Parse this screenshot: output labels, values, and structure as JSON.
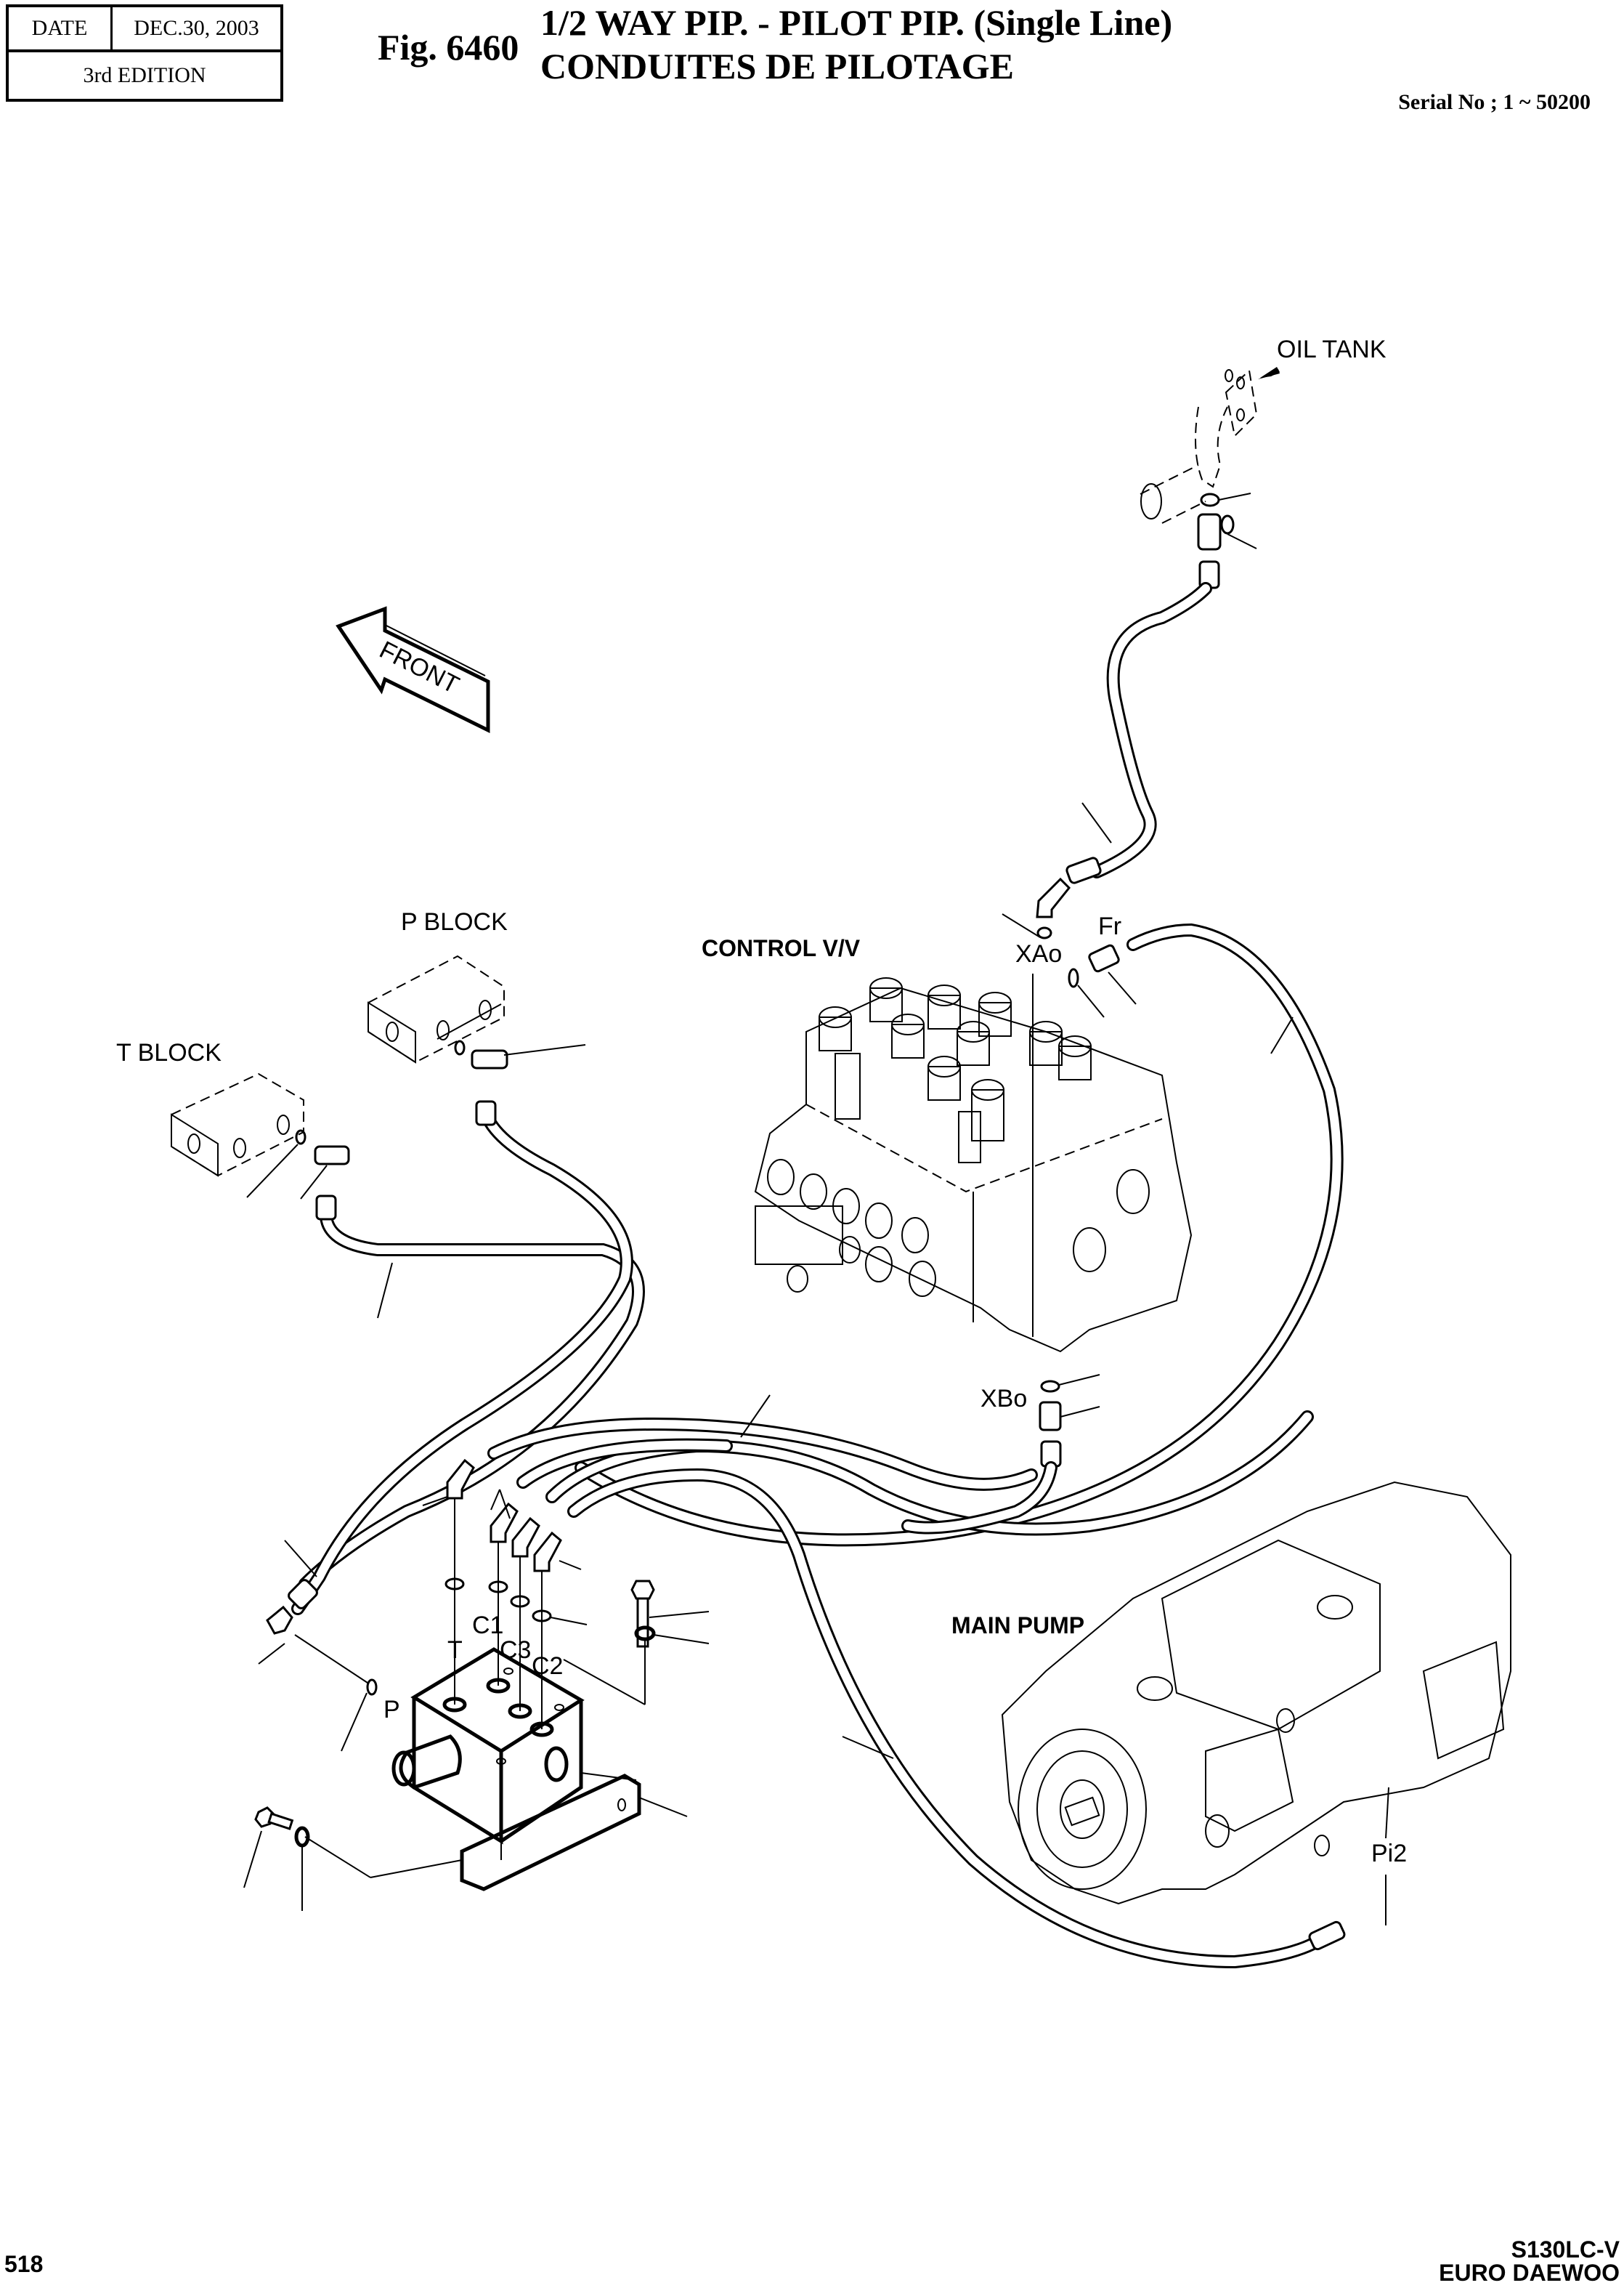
{
  "header": {
    "date_label": "DATE",
    "date_value": "DEC.30, 2003",
    "edition": "3rd  EDITION",
    "figure_number": "Fig. 6460",
    "title_en": "1/2 WAY PIP. - PILOT PIP. (Single Line)",
    "title_fr": "CONDUITES DE PILOTAGE",
    "serial": "Serial No ; 1 ~ 50200"
  },
  "footer": {
    "page_number": "518",
    "model": "S130LC-V",
    "brand": "EURO DAEWOO"
  },
  "diagram": {
    "labels": {
      "oil_tank": "OIL TANK",
      "front": "FRONT",
      "p_block": "P  BLOCK",
      "t_block": "T  BLOCK",
      "control_valve": "CONTROL V/V",
      "main_pump": "MAIN PUMP",
      "port_xao": "XAo",
      "port_xbo": "XBo",
      "port_fr": "Fr",
      "port_pi2": "Pi2",
      "port_t": "T",
      "port_p": "P",
      "port_c1": "C1",
      "port_c2": "C2",
      "port_c3": "C3"
    }
  }
}
